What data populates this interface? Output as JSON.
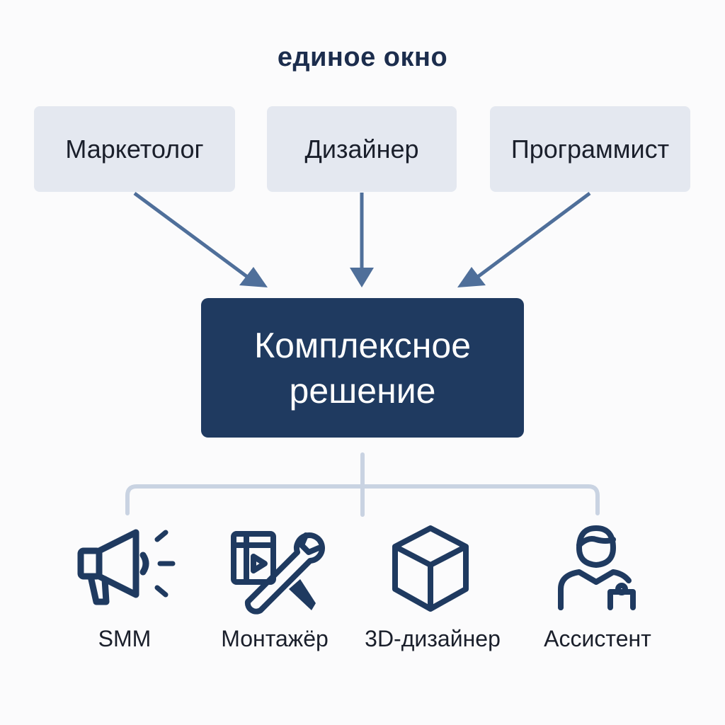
{
  "diagram": {
    "title": "единое окно",
    "roles": [
      {
        "label": "Маркетолог"
      },
      {
        "label": "Дизайнер"
      },
      {
        "label": "Программист"
      }
    ],
    "center": {
      "label": "Комплексное\nрешение"
    },
    "services": [
      {
        "label": "SMM",
        "icon": "megaphone-icon"
      },
      {
        "label": "Монтажёр",
        "icon": "video-editing-tools-icon"
      },
      {
        "label": "3D-дизайнер",
        "icon": "cube-icon"
      },
      {
        "label": "Ассистент",
        "icon": "assistant-person-icon"
      }
    ]
  },
  "colors": {
    "background": "#fbfbfc",
    "role_box": "#e4e8f0",
    "center_box": "#1f3a60",
    "arrow": "#4f6f9a",
    "connector": "#c9d3e2",
    "icon": "#1f3a60"
  }
}
